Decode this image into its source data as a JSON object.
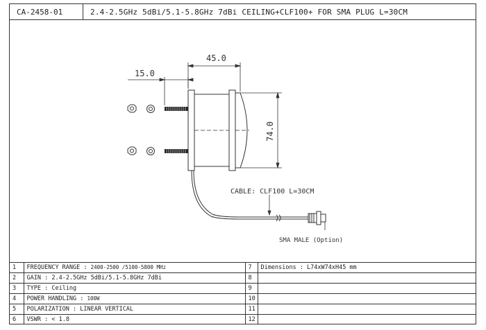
{
  "header": {
    "code": "CA-2458-01",
    "description": "2.4-2.5GHz 5dBi/5.1-5.8GHz 7dBi CEILING+CLF100+ FOR SMA PLUG  L=30CM"
  },
  "drawing": {
    "dim_width": "45.0",
    "dim_thread": "15.0",
    "dim_height": "74.0",
    "cable_label": "CABLE: CLF100 L=30CM",
    "connector_label": "SMA MALE (Option)"
  },
  "specs": {
    "rows": [
      {
        "left_num": "1",
        "left_label": "FREQUENCY RANGE :",
        "left_value": "2400-2500 /5100-5800 MHz",
        "right_num": "7",
        "right_text": "Dimensions : L74xW74xH45 mm"
      },
      {
        "left_num": "2",
        "left_label": "GAIN  :",
        "left_value": "2.4-2.5GHz 5dBi/5.1-5.8GHz 7dBi",
        "right_num": "8",
        "right_text": ""
      },
      {
        "left_num": "3",
        "left_label": "TYPE  :",
        "left_value": "Ceiling",
        "right_num": "9",
        "right_text": ""
      },
      {
        "left_num": "4",
        "left_label": "POWER HANDLING  :",
        "left_value": "100W",
        "right_num": "10",
        "right_text": ""
      },
      {
        "left_num": "5",
        "left_label": "POLARIZATION  :",
        "left_value": "LINEAR VERTICAL",
        "right_num": "11",
        "right_text": ""
      },
      {
        "left_num": "6",
        "left_label": "VSWR :",
        "left_value": "< 1.8",
        "right_num": "12",
        "right_text": ""
      }
    ]
  }
}
